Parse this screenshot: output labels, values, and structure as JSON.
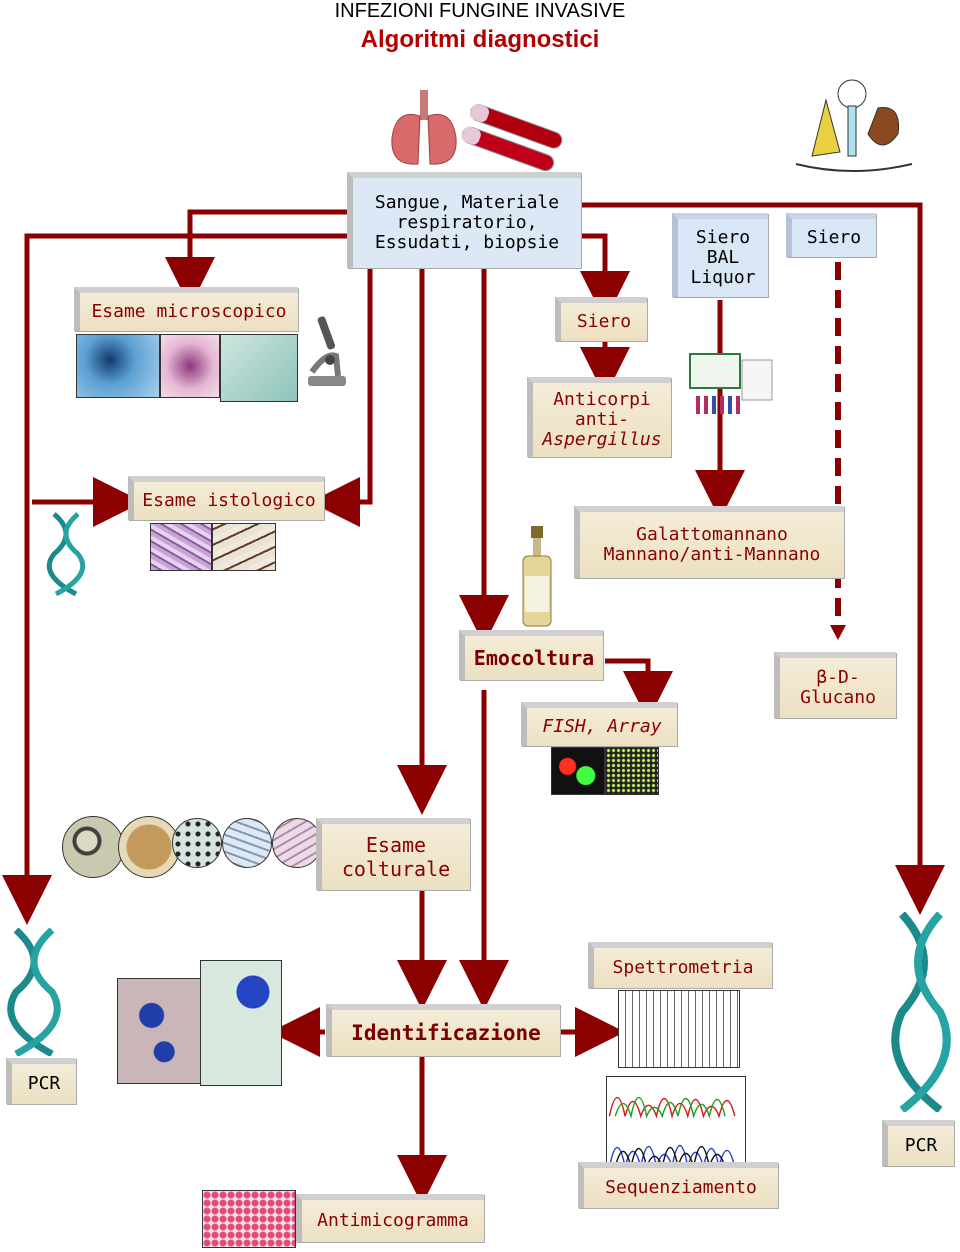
{
  "title": {
    "line1": "INFEZIONI FUNGINE INVASIVE",
    "line2": "Algoritmi diagnostici"
  },
  "nodes": {
    "sample": "Sangue, Materiale respiratorio, Essudati, biopsie",
    "siero_bal_1": "Siero",
    "siero_bal_2": "BAL",
    "siero_bal_3": "Liquor",
    "siero_right": "Siero",
    "siero_mid": "Siero",
    "microscopico": "Esame microscopico",
    "anticorpi_1": "Anticorpi",
    "anticorpi_2": "anti-",
    "anticorpi_3": "Aspergillus",
    "istologico": "Esame istologico",
    "galatto_1": "Galattomannano",
    "galatto_2": "Mannano/anti-Mannano",
    "emocoltura": "Emocoltura",
    "fish": "FISH, Array",
    "glucano_1": "β-D-",
    "glucano_2": "Glucano",
    "colturale_1": "Esame",
    "colturale_2": "colturale",
    "spettrometria": "Spettrometria",
    "identificazione": "Identificazione",
    "pcr_left": "PCR",
    "pcr_right": "PCR",
    "sequenziamento": "Sequenziamento",
    "antimicogramma": "Antimicogramma"
  },
  "colors": {
    "arrow": "#8b0000",
    "box_text": "#8b0000",
    "title_red": "#b00000"
  },
  "icons": [
    "lungs-icon",
    "blood-tubes-icon",
    "fungi-cartoon-icon",
    "microscope-icon",
    "dna-icon",
    "kit-icon",
    "blood-culture-bottle-icon"
  ]
}
